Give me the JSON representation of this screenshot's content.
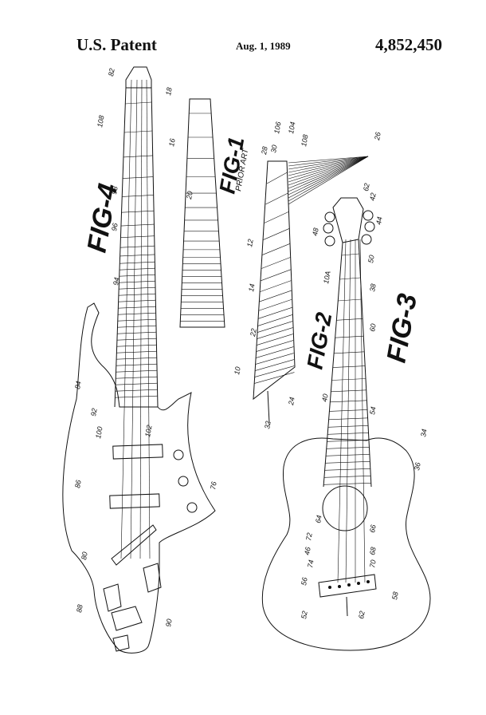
{
  "header": {
    "left": "U.S. Patent",
    "date": "Aug. 1, 1989",
    "number": "4,852,450"
  },
  "figures": {
    "fig1": {
      "label": "FIG-1",
      "note": "PRIOR ART"
    },
    "fig2": {
      "label": "FIG-2"
    },
    "fig3": {
      "label": "FIG-3"
    },
    "fig4": {
      "label": "FIG-4"
    }
  },
  "refs": {
    "fig4": [
      "82",
      "108",
      "98",
      "96",
      "94",
      "84",
      "92",
      "100",
      "102",
      "86",
      "76",
      "80",
      "88",
      "90"
    ],
    "fig1": [
      "18",
      "16",
      "20"
    ],
    "fig2": [
      "106",
      "104",
      "28",
      "30",
      "108",
      "26",
      "12",
      "14",
      "22",
      "10",
      "24",
      "32"
    ],
    "fig3": [
      "62",
      "42",
      "48",
      "44",
      "50",
      "10A",
      "38",
      "60",
      "40",
      "54",
      "34",
      "36",
      "64",
      "72",
      "66",
      "46",
      "68",
      "74",
      "70",
      "56",
      "58",
      "52",
      "62"
    ]
  }
}
